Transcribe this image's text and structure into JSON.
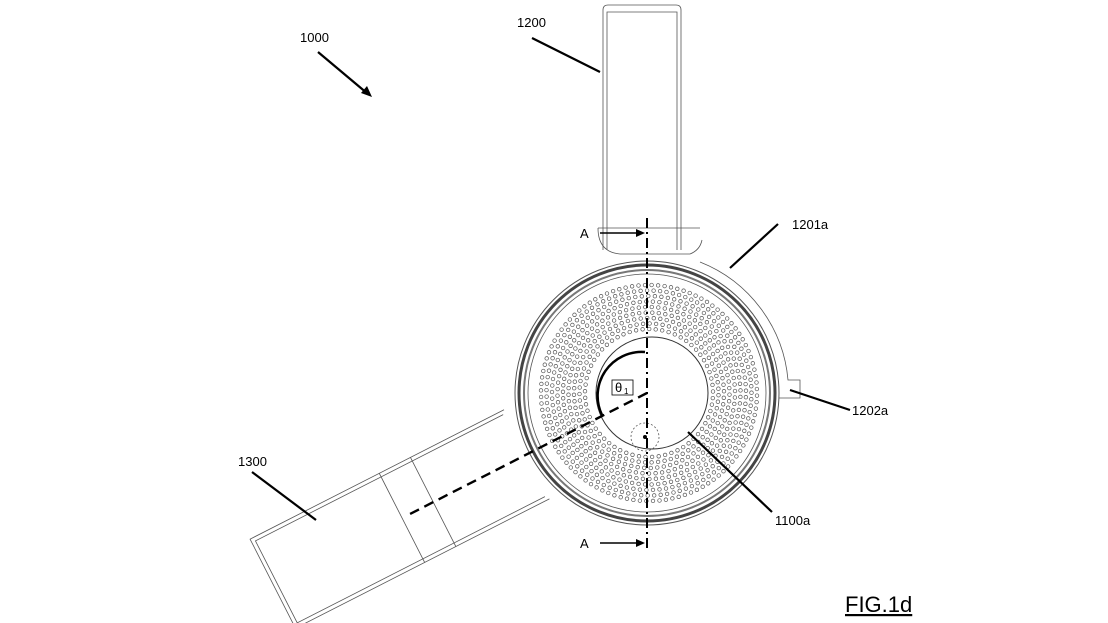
{
  "figure_label": "FIG.1d",
  "labels": {
    "device": "1000",
    "handle": "1200",
    "handle_interface": "1201a",
    "handle_lip": "1202a",
    "nozzle": "1300",
    "outlet": "1100a",
    "section_top": "A",
    "section_bottom": "A",
    "angle": "θ",
    "angle_sub": "1"
  }
}
